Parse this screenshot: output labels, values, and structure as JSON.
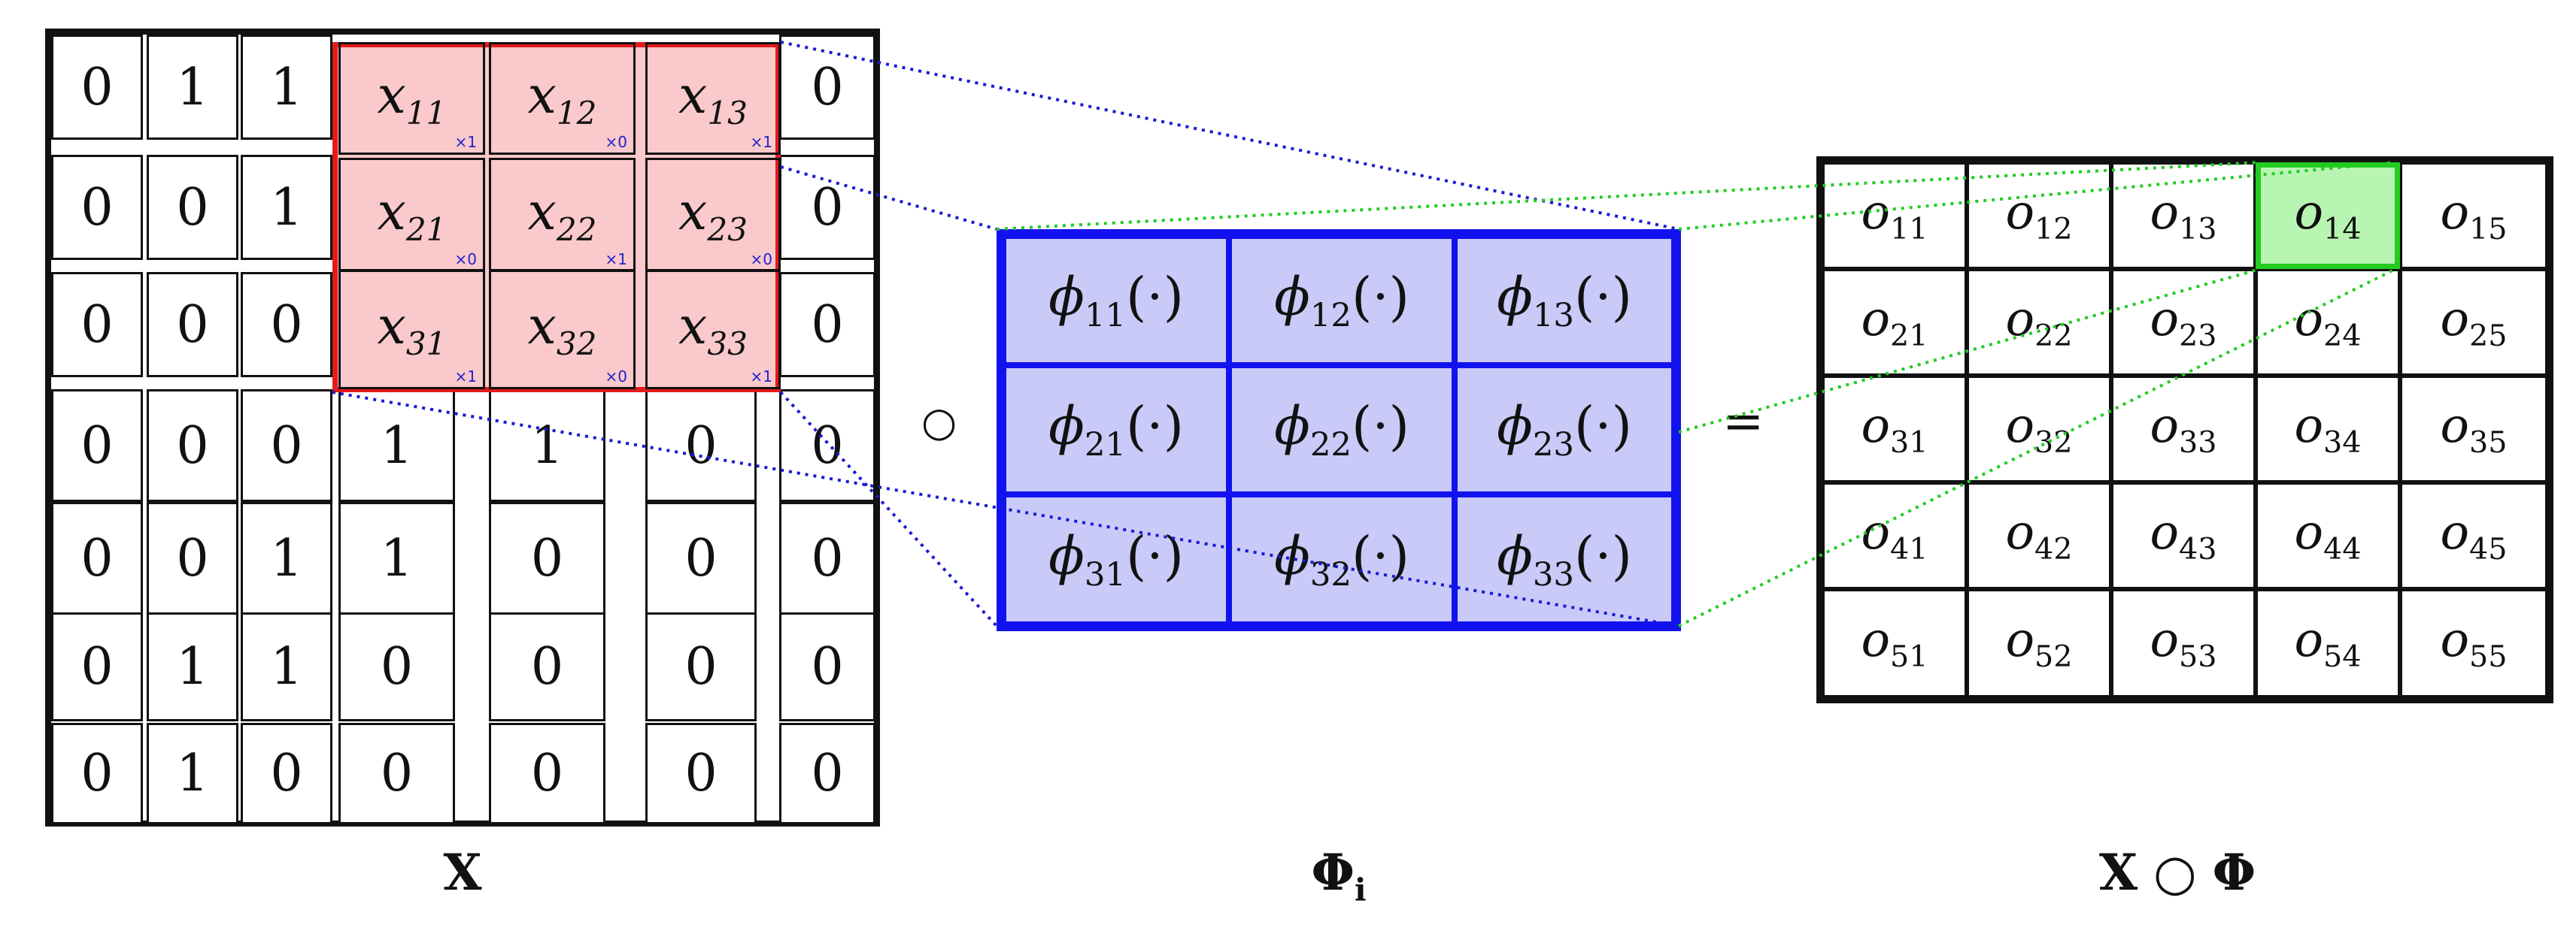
{
  "x_label": "X",
  "phi_label": {
    "base": "Φ",
    "sub": "i"
  },
  "output_label": {
    "x": "X",
    "op": "○",
    "phi": "Φ"
  },
  "conv_op": "○",
  "equals": "=",
  "x_matrix": [
    [
      "0",
      "1",
      "1",
      "",
      "",
      "",
      "0"
    ],
    [
      "0",
      "0",
      "1",
      "",
      "",
      "",
      "0"
    ],
    [
      "0",
      "0",
      "0",
      "",
      "",
      "",
      "0"
    ],
    [
      "0",
      "0",
      "0",
      "1",
      "1",
      "0",
      "0"
    ],
    [
      "0",
      "0",
      "1",
      "1",
      "0",
      "0",
      "0"
    ],
    [
      "0",
      "1",
      "1",
      "0",
      "0",
      "0",
      "0"
    ],
    [
      "0",
      "1",
      "0",
      "0",
      "0",
      "0",
      "0"
    ]
  ],
  "window": [
    [
      {
        "var": "x",
        "sub": "11",
        "mult": "×1"
      },
      {
        "var": "x",
        "sub": "12",
        "mult": "×0"
      },
      {
        "var": "x",
        "sub": "13",
        "mult": "×1"
      }
    ],
    [
      {
        "var": "x",
        "sub": "21",
        "mult": "×0"
      },
      {
        "var": "x",
        "sub": "22",
        "mult": "×1"
      },
      {
        "var": "x",
        "sub": "23",
        "mult": "×0"
      }
    ],
    [
      {
        "var": "x",
        "sub": "31",
        "mult": "×1"
      },
      {
        "var": "x",
        "sub": "32",
        "mult": "×0"
      },
      {
        "var": "x",
        "sub": "33",
        "mult": "×1"
      }
    ]
  ],
  "phi": [
    [
      {
        "sub": "11"
      },
      {
        "sub": "12"
      },
      {
        "sub": "13"
      }
    ],
    [
      {
        "sub": "21"
      },
      {
        "sub": "22"
      },
      {
        "sub": "23"
      }
    ],
    [
      {
        "sub": "31"
      },
      {
        "sub": "32"
      },
      {
        "sub": "33"
      }
    ]
  ],
  "phi_symbol": "ϕ",
  "phi_arg": "(·)",
  "output": [
    [
      "11",
      "12",
      "13",
      "14",
      "15"
    ],
    [
      "21",
      "22",
      "23",
      "24",
      "25"
    ],
    [
      "31",
      "32",
      "33",
      "34",
      "35"
    ],
    [
      "41",
      "42",
      "43",
      "44",
      "45"
    ],
    [
      "51",
      "52",
      "53",
      "54",
      "55"
    ]
  ],
  "output_symbol": "o",
  "highlight_output": [
    0,
    3
  ],
  "colors": {
    "window_border": "#e31b1b",
    "window_fill": "#f9c9cb",
    "phi_border": "#1212ee",
    "phi_fill": "#c9caf8",
    "highlight_border": "#22cc22",
    "highlight_fill": "#b9f5b2",
    "blue_link": "#1a1ad6",
    "green_link": "#22cc22"
  }
}
